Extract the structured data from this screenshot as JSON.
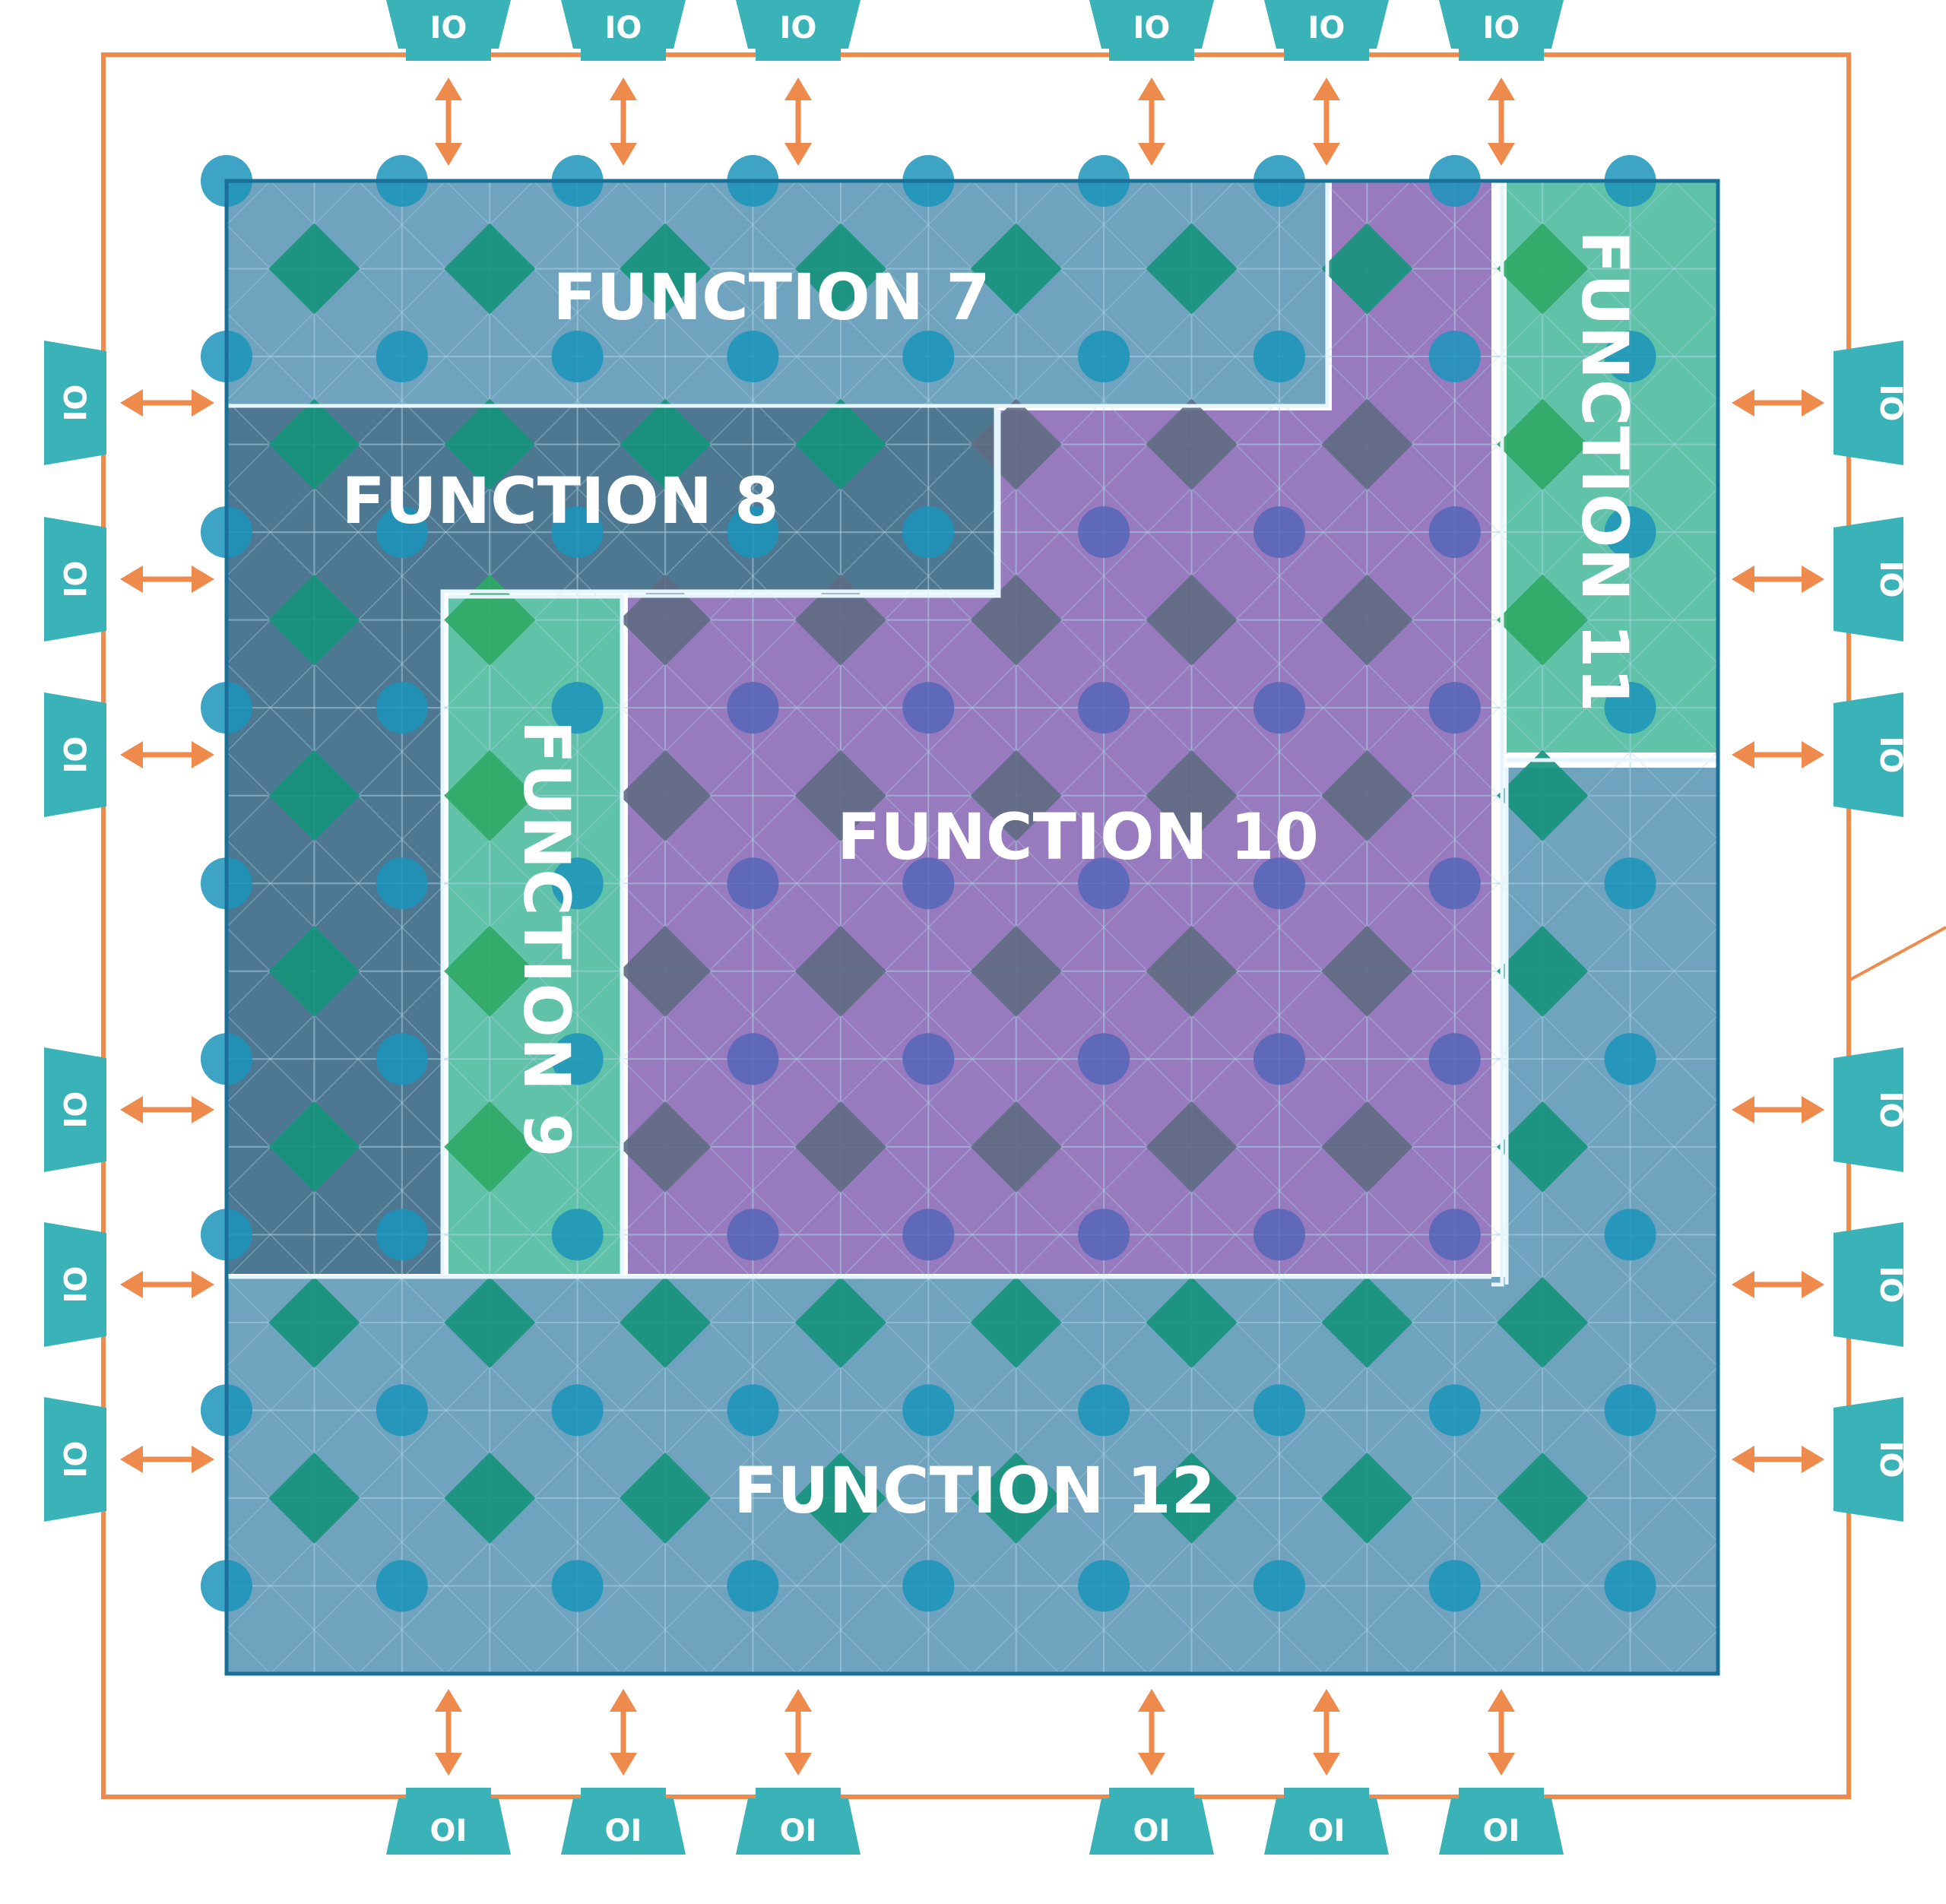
{
  "functions": [
    {
      "label": "FUNCTION 7",
      "color": "#4f8fb0"
    },
    {
      "label": "FUNCTION 8",
      "color": "#2f5f7f"
    },
    {
      "label": "FUNCTION 9",
      "color": "#44b79a"
    },
    {
      "label": "FUNCTION 10",
      "color": "#8d6db8"
    },
    {
      "label": "FUNCTION 11",
      "color": "#44b79a"
    },
    {
      "label": "FUNCTION 12",
      "color": "#4f8fb0"
    }
  ],
  "io": {
    "top_label": "IO",
    "bottom_label": "OI",
    "left_label": "OI",
    "right_label": "IO",
    "top_count": 6,
    "bottom_count": 6,
    "left_count": 6,
    "right_count": 6,
    "pad_color": "#3ab3b8"
  },
  "colors": {
    "outline": "#ee8a4c",
    "arrow": "#ee8a4c",
    "grid_line": "#a9d3e3",
    "node_circle_blue": "#1b94bb",
    "node_diamond_green": "#13927a",
    "node_circle_purple": "#5566b8",
    "node_diamond_purple": "#5e6a82",
    "separator": "#e6f4fb"
  }
}
